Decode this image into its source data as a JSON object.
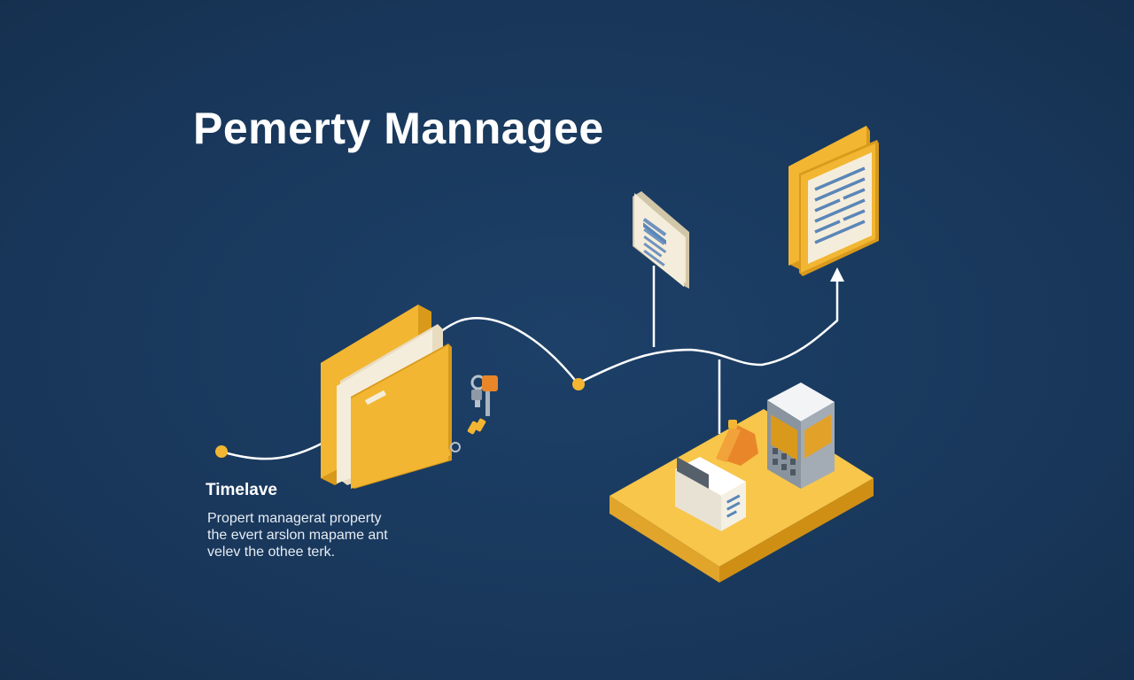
{
  "header": {
    "title": "Pemerty Mannagee"
  },
  "caption": {
    "heading": "Timelave",
    "lines": [
      "Propert managerat property",
      "the evert arslon mapame ant",
      "velev the othee terk."
    ]
  },
  "colors": {
    "background": "#1a3a5e",
    "accent": "#f2b632",
    "accent_dark": "#c98f12",
    "paper": "#f5eddc",
    "line": "#ffffff"
  },
  "icons": [
    "folder-icon",
    "keys-icon",
    "document-icon",
    "report-icon",
    "building-icon",
    "calendar-icon",
    "file-box-icon",
    "arrow-up-icon"
  ]
}
